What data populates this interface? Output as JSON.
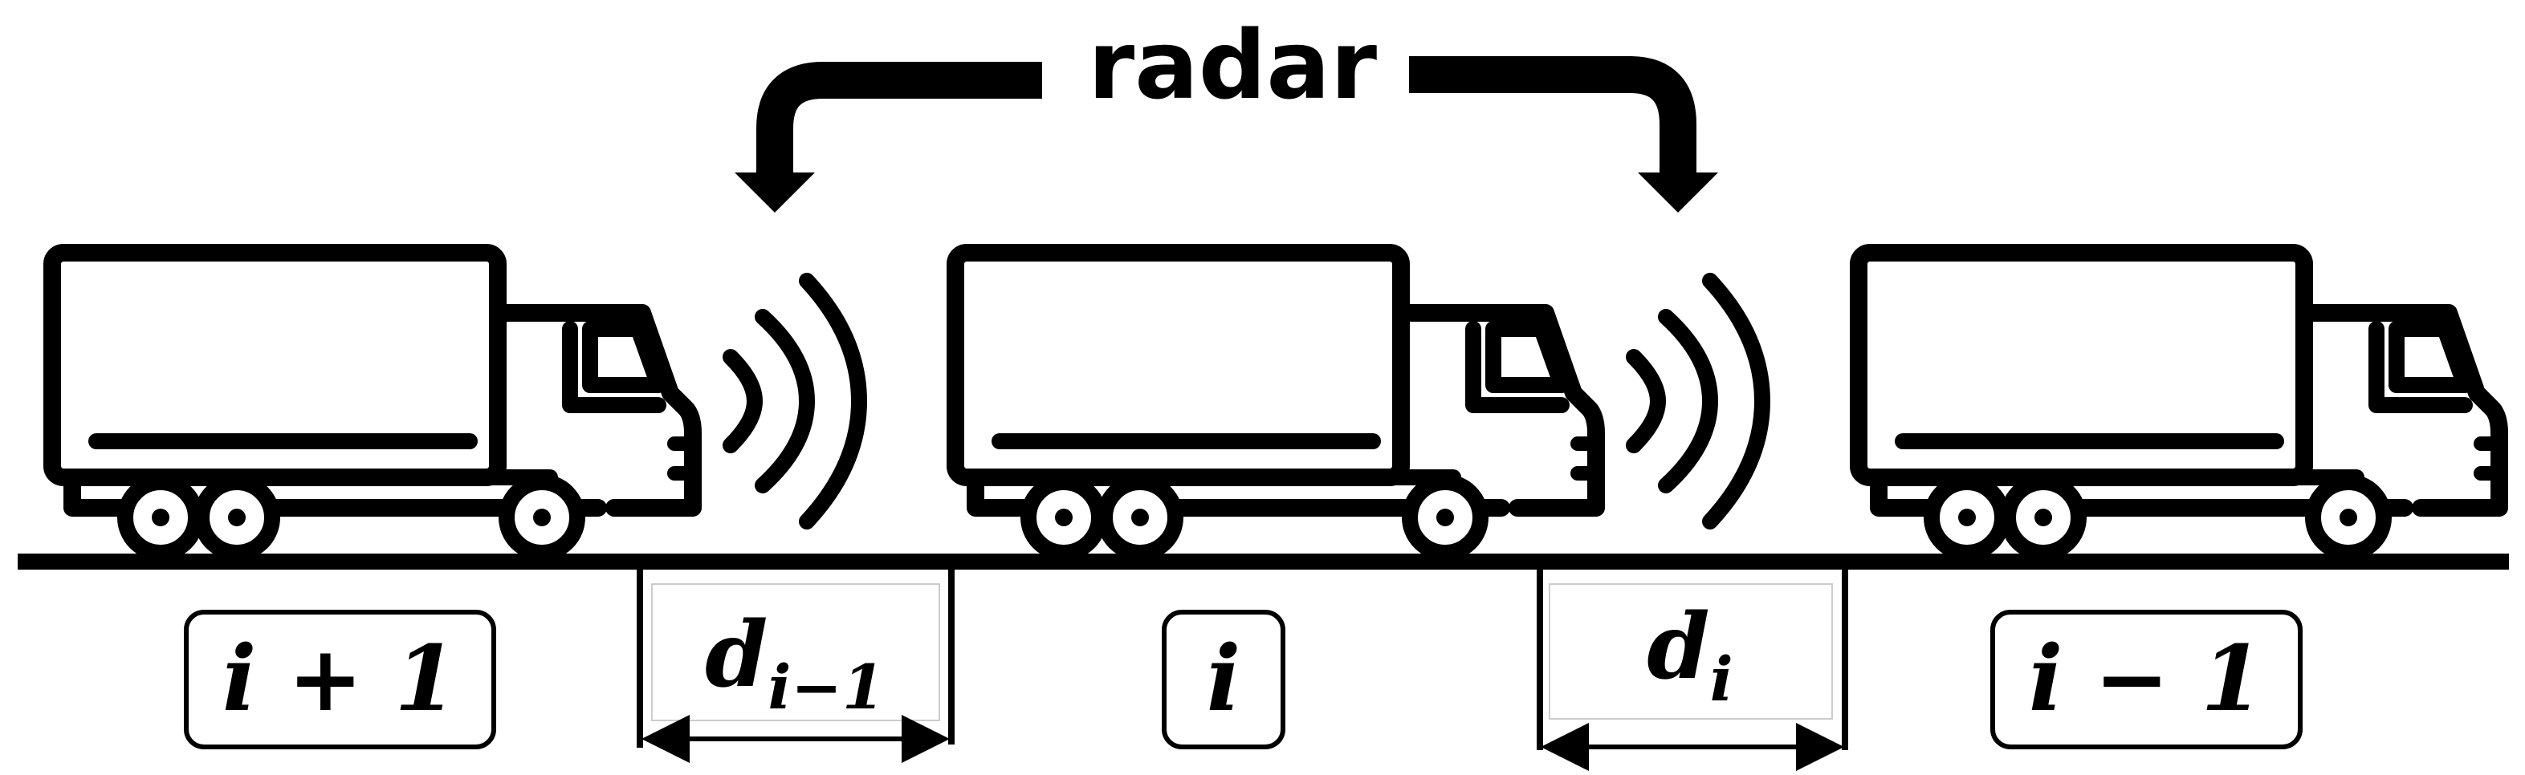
{
  "diagram": {
    "title": "radar",
    "vehicles": [
      {
        "label": "i + 1"
      },
      {
        "label": "i"
      },
      {
        "label": "i − 1"
      }
    ],
    "gaps": [
      {
        "symbol": "d",
        "subscript": "i−1"
      },
      {
        "symbol": "d",
        "subscript": "i"
      }
    ]
  },
  "colors": {
    "stroke": "#000000",
    "background": "#ffffff"
  }
}
